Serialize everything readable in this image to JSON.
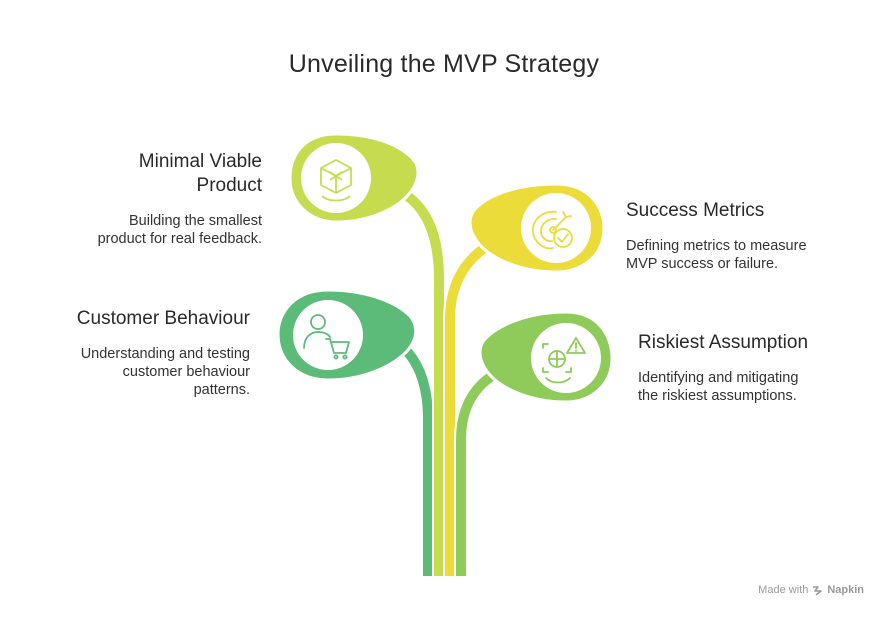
{
  "title": "Unveiling the MVP Strategy",
  "items": [
    {
      "heading_line1": "Minimal Viable",
      "heading_line2": "Product",
      "desc_line1": "Building the smallest",
      "desc_line2": "product for real feedback.",
      "color": "#c6dc4e",
      "icon": "cube-icon"
    },
    {
      "heading": "Customer Behaviour",
      "desc_line1": "Understanding and testing",
      "desc_line2": "customer behaviour",
      "desc_line3": "patterns.",
      "color": "#5dbb7a",
      "icon": "shopper-cart-icon"
    },
    {
      "heading": "Success Metrics",
      "desc_line1": "Defining metrics to measure",
      "desc_line2": "MVP success or failure.",
      "color": "#ecdc3a",
      "icon": "target-check-icon"
    },
    {
      "heading": "Riskiest Assumption",
      "desc_line1": "Identifying and mitigating",
      "desc_line2": "the riskiest assumptions.",
      "color": "#8fcb5a",
      "icon": "risk-warning-icon"
    }
  ],
  "footer": {
    "made_with": "Made with",
    "brand": "Napkin"
  }
}
